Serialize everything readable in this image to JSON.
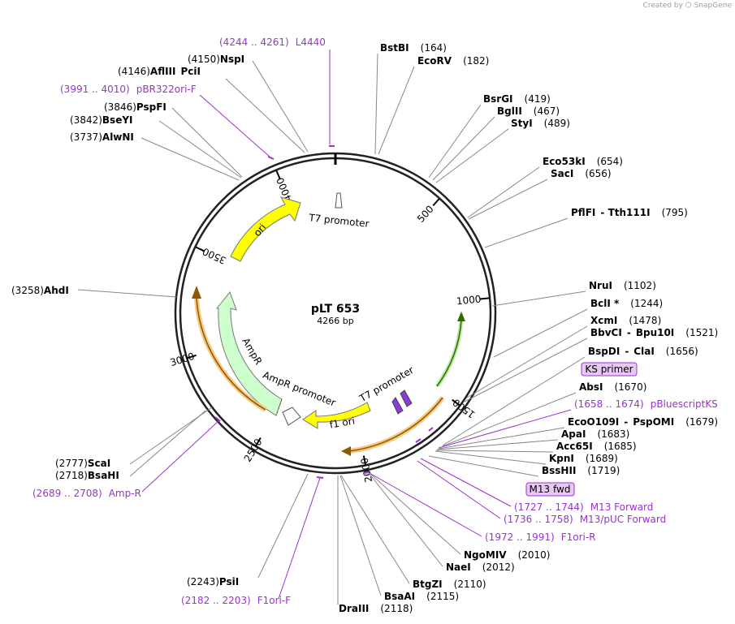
{
  "watermark": {
    "prefix": "Created by",
    "brand": "SnapGene"
  },
  "plasmid": {
    "name": "pLT 653",
    "size_label": "4266 bp",
    "length": 4266
  },
  "ticks": [
    500,
    1000,
    1500,
    2000,
    2500,
    3000,
    3500,
    4000
  ],
  "colors": {
    "primer": "#9933cc",
    "ori": "#ffff00",
    "ampr": "#ccffcc",
    "orange": "#f7c77e",
    "green_arrow": "#b6e79b",
    "leader": "#888888"
  },
  "features": [
    {
      "label": "ori",
      "kind": "ori-arrow"
    },
    {
      "label": "AmpR",
      "kind": "ampr-arrow"
    },
    {
      "label": "AmpR promoter",
      "kind": "promoter"
    },
    {
      "label": "f1 ori",
      "kind": "f1ori-arrow"
    },
    {
      "label": "T7 promoter",
      "kind": "promoter-top"
    },
    {
      "label": "T7 promoter",
      "kind": "promoter-bottom"
    },
    {
      "label": "KS primer",
      "kind": "primer-box"
    },
    {
      "label": "M13 fwd",
      "kind": "primer-box"
    }
  ],
  "sites": [
    {
      "name": "BstBI",
      "pos": "(164)"
    },
    {
      "name": "EcoRV",
      "pos": "(182)"
    },
    {
      "name": "BsrGI",
      "pos": "(419)"
    },
    {
      "name": "BglII",
      "pos": "(467)"
    },
    {
      "name": "StyI",
      "pos": "(489)"
    },
    {
      "name": "Eco53kI",
      "pos": "(654)"
    },
    {
      "name": "SacI",
      "pos": "(656)"
    },
    {
      "name": "PflFI",
      "pos": "",
      "sep": "-"
    },
    {
      "name": "Tth111I",
      "pos": "(795)"
    },
    {
      "name": "NruI",
      "pos": "(1102)"
    },
    {
      "name": "BclI *",
      "pos": "(1244)"
    },
    {
      "name": "XcmI",
      "pos": "(1478)"
    },
    {
      "name": "BbvCI",
      "pos": "",
      "sep": "-"
    },
    {
      "name": "Bpu10I",
      "pos": "(1521)"
    },
    {
      "name": "BspDI",
      "pos": "",
      "sep": "-"
    },
    {
      "name": "ClaI",
      "pos": "(1656)"
    },
    {
      "name": "AbsI",
      "pos": "(1670)"
    },
    {
      "name": "EcoO109I",
      "pos": "",
      "sep": "-"
    },
    {
      "name": "PspOMI",
      "pos": "(1679)"
    },
    {
      "name": "ApaI",
      "pos": "(1683)"
    },
    {
      "name": "Acc65I",
      "pos": "(1685)"
    },
    {
      "name": "KpnI",
      "pos": "(1689)"
    },
    {
      "name": "BssHII",
      "pos": "(1719)"
    },
    {
      "name": "NgoMIV",
      "pos": "(2010)"
    },
    {
      "name": "NaeI",
      "pos": "(2012)"
    },
    {
      "name": "BtgZI",
      "pos": "(2110)"
    },
    {
      "name": "BsaAI",
      "pos": "(2115)"
    },
    {
      "name": "DraIII",
      "pos": "(2118)"
    },
    {
      "name": "PsiI",
      "pos": "(2243)"
    },
    {
      "name": "ScaI",
      "pos": "(2777)"
    },
    {
      "name": "BsaHI",
      "pos": "(2718)"
    },
    {
      "name": "AhdI",
      "pos": "(3258)"
    },
    {
      "name": "AlwNI",
      "pos": "(3737)"
    },
    {
      "name": "BseYI",
      "pos": "(3842)"
    },
    {
      "name": "PspFI",
      "pos": "(3846)"
    },
    {
      "name": "AflIII",
      "pos": "(4146)"
    },
    {
      "name": "PciI",
      "pos": "",
      "sep": "-"
    },
    {
      "name": "NspI",
      "pos": "(4150)"
    }
  ],
  "primers": [
    {
      "name": "L4440",
      "pos": "(4244 .. 4261)"
    },
    {
      "name": "pBR322ori-F",
      "pos": "(3991 .. 4010)"
    },
    {
      "name": "pBluescriptKS",
      "pos": "(1658 .. 1674)"
    },
    {
      "name": "M13 Forward",
      "pos": "(1727 .. 1744)"
    },
    {
      "name": "M13/pUC Forward",
      "pos": "(1736 .. 1758)"
    },
    {
      "name": "F1ori-R",
      "pos": "(1972 .. 1991)"
    },
    {
      "name": "F1ori-F",
      "pos": "(2182 .. 2203)"
    },
    {
      "name": "Amp-R",
      "pos": "(2689 .. 2708)"
    }
  ]
}
